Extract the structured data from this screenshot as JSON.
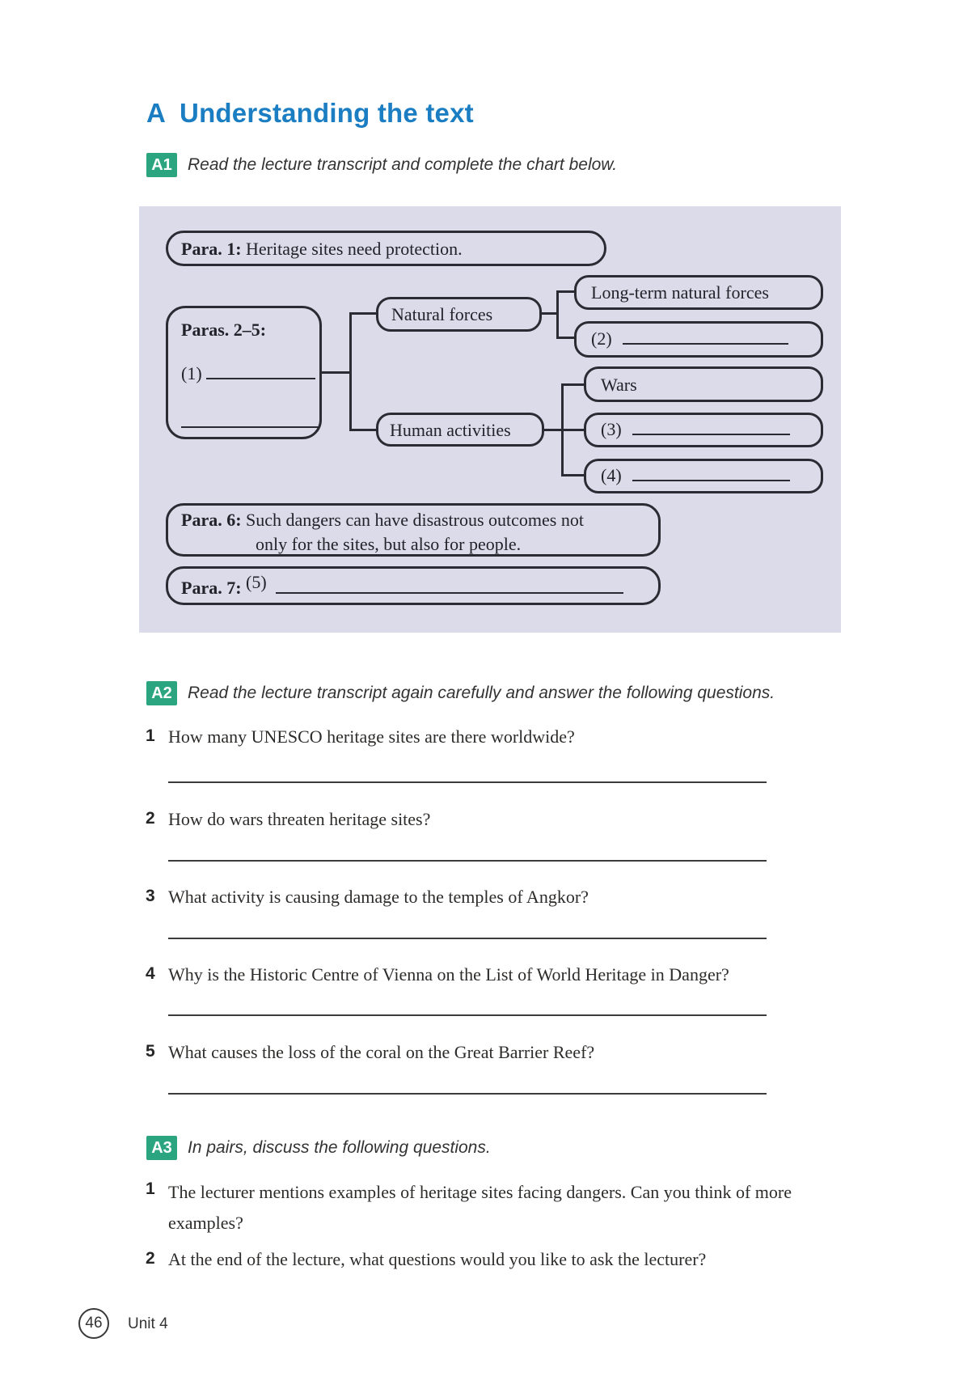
{
  "header": {
    "section_letter": "A",
    "title": "Understanding the text"
  },
  "a1": {
    "badge": "A1",
    "instruction": "Read the lecture transcript and complete the chart below."
  },
  "chart": {
    "para1": {
      "label": "Para. 1:",
      "text": "Heritage sites need protection."
    },
    "paras25": {
      "label": "Paras. 2–5:",
      "blank_no": "(1)"
    },
    "natural_forces": "Natural forces",
    "human_activities": "Human activities",
    "longterm": "Long-term natural forces",
    "blank2": "(2)",
    "wars": "Wars",
    "blank3": "(3)",
    "blank4": "(4)",
    "para6": {
      "label": "Para. 6:",
      "line1": "Such dangers can have disastrous outcomes not",
      "line2": "only for the sites, but also for people."
    },
    "para7": {
      "label": "Para. 7:",
      "blank_no": "(5)"
    }
  },
  "a2": {
    "badge": "A2",
    "instruction": "Read the lecture transcript again carefully and answer the following questions.",
    "questions": [
      {
        "num": "1",
        "text": "How many UNESCO heritage sites are there worldwide?"
      },
      {
        "num": "2",
        "text": "How do wars threaten heritage sites?"
      },
      {
        "num": "3",
        "text": "What activity is causing damage to the temples of Angkor?"
      },
      {
        "num": "4",
        "text": "Why is the Historic Centre of Vienna on the List of World Heritage in Danger?"
      },
      {
        "num": "5",
        "text": "What causes the loss of the coral on the Great Barrier Reef?"
      }
    ]
  },
  "a3": {
    "badge": "A3",
    "instruction": "In pairs, discuss the following questions.",
    "questions": [
      {
        "num": "1",
        "text": "The lecturer mentions examples of heritage sites facing dangers. Can you think of more examples?"
      },
      {
        "num": "2",
        "text": "At the end of the lecture, what questions would you like to ask the lecturer?"
      }
    ]
  },
  "footer": {
    "page_number": "46",
    "unit_label": "Unit 4"
  },
  "colors": {
    "accent_blue": "#1b7dc2",
    "badge_teal": "#2aa57f",
    "panel_lavender": "#dcdbe9",
    "box_border": "#2b2b33"
  }
}
